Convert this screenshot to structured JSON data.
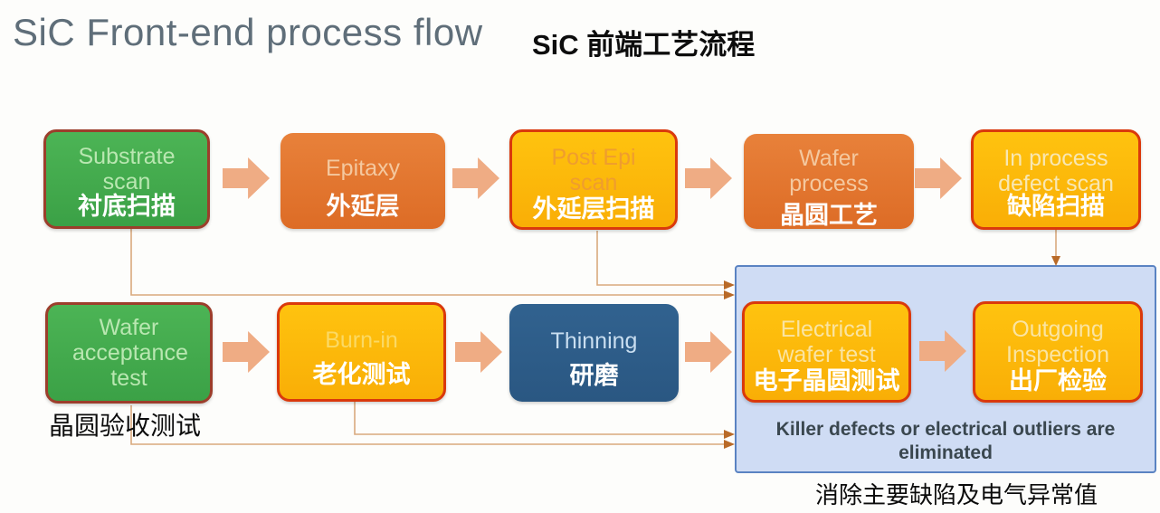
{
  "title": {
    "en": "SiC Front-end process flow",
    "zh": "SiC 前端工艺流程"
  },
  "steps": {
    "substrate_scan": {
      "en": "Substrate scan",
      "zh": "衬底扫描"
    },
    "epitaxy": {
      "en": "Epitaxy",
      "zh": "外延层"
    },
    "post_epi_scan": {
      "en": "Post Epi scan",
      "zh": "外延层扫描"
    },
    "wafer_process": {
      "en": "Wafer process",
      "zh": "晶圆工艺"
    },
    "in_process_defect_scan": {
      "en": "In process defect scan",
      "zh": "缺陷扫描"
    },
    "wafer_acceptance_test": {
      "en": "Wafer acceptance test",
      "zh": "晶圆验收测试"
    },
    "burn_in": {
      "en": "Burn-in",
      "zh": "老化测试"
    },
    "thinning": {
      "en": "Thinning",
      "zh": "研磨"
    },
    "electrical_wafer_test": {
      "en": "Electrical wafer test",
      "zh": "电子晶圆测试"
    },
    "outgoing_inspection": {
      "en": "Outgoing Inspection",
      "zh": "出厂检验"
    }
  },
  "panel": {
    "note_en": "Killer defects or electrical outliers are eliminated",
    "note_zh": "消除主要缺陷及电气异常值"
  },
  "colors": {
    "green_fill": "#43a84c",
    "green_border": "#9c3e2b",
    "green_text": "#b9e7b1",
    "orange_fill": "#e0732c",
    "orange_text": "#f4c89f",
    "gold_fill": "#fcb70d",
    "gold_border": "#da390c",
    "gold_text_orange": "#ef9d2e",
    "gold_text_cream": "#f8e7b3",
    "gold_text_yellow": "#fbd964",
    "gold_text_pale": "#fae4a2",
    "navy_fill": "#2d5c88",
    "navy_text": "#c9def0",
    "panel_fill": "#cfdcf4",
    "panel_border": "#5a83c2",
    "connector_line": "#d9a97d",
    "connector_head": "#b96a28",
    "block_arrow": "#efac84",
    "title_gray": "#5f6e79"
  }
}
